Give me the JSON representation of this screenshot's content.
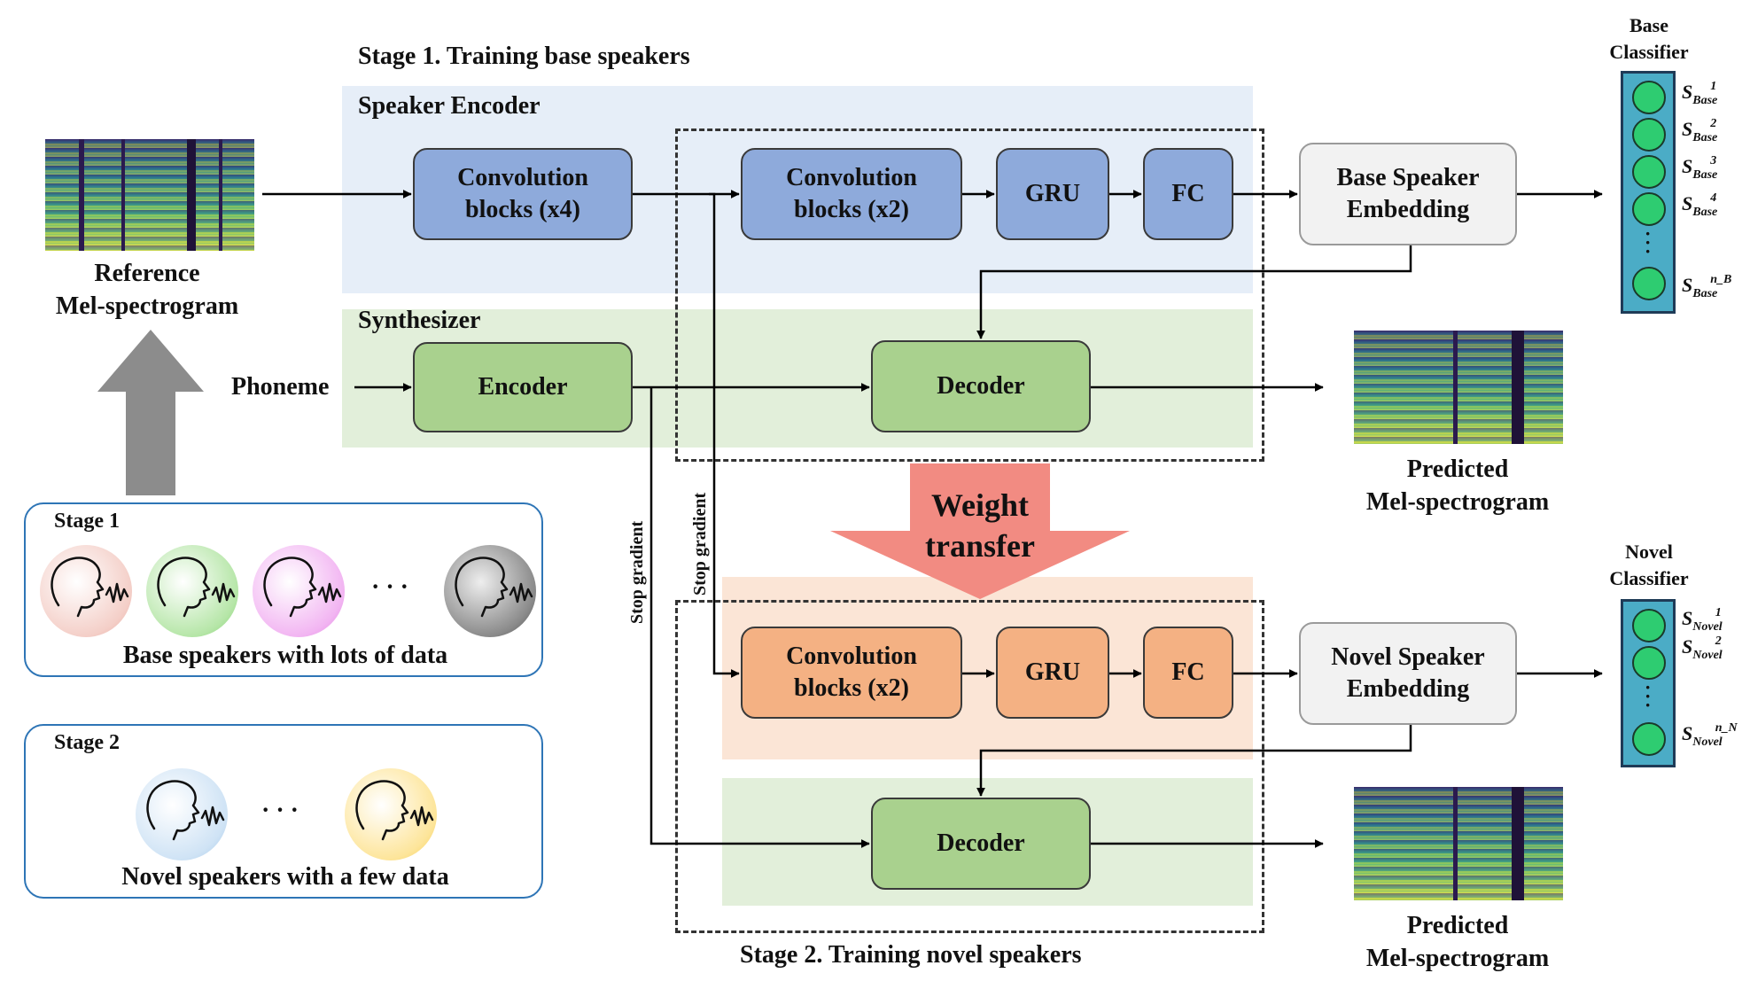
{
  "stage1": {
    "title": "Stage 1. Training base speakers",
    "speaker_encoder_label": "Speaker Encoder",
    "synthesizer_label": "Synthesizer",
    "conv4": "Convolution\nblocks (x4)",
    "conv2": "Convolution\nblocks (x2)",
    "gru": "GRU",
    "fc": "FC",
    "embedding": "Base Speaker\nEmbedding",
    "encoder": "Encoder",
    "decoder": "Decoder",
    "predicted": "Predicted\nMel-spectrogram"
  },
  "stage2": {
    "title": "Stage 2. Training novel speakers",
    "conv2": "Convolution\nblocks (x2)",
    "gru": "GRU",
    "fc": "FC",
    "embedding": "Novel Speaker\nEmbedding",
    "decoder": "Decoder",
    "predicted": "Predicted\nMel-spectrogram"
  },
  "reference": "Reference\nMel-spectrogram",
  "phoneme": "Phoneme",
  "weight_transfer": "Weight\ntransfer",
  "stop_gradient_1": "Stop gradient",
  "stop_gradient_2": "Stop gradient",
  "panel_stage1": {
    "title": "Stage 1",
    "caption": "Base speakers with lots of data",
    "ellipsis": "· · ·"
  },
  "panel_stage2": {
    "title": "Stage 2",
    "caption": "Novel speakers with a few data",
    "ellipsis": "· · ·"
  },
  "base_classifier": {
    "title": "Base\nClassifier",
    "labels": [
      {
        "sup": "1",
        "sub": "Base"
      },
      {
        "sup": "2",
        "sub": "Base"
      },
      {
        "sup": "3",
        "sub": "Base"
      },
      {
        "sup": "4",
        "sub": "Base"
      },
      {
        "sup": "n_B",
        "sub": "Base"
      }
    ],
    "letter": "S"
  },
  "novel_classifier": {
    "title": "Novel\nClassifier",
    "labels": [
      {
        "sup": "1",
        "sub": "Novel"
      },
      {
        "sup": "2",
        "sub": "Novel"
      },
      {
        "sup": "n_N",
        "sub": "Novel"
      }
    ],
    "letter": "S"
  },
  "colors": {
    "encoder_region": "#e6eef8",
    "synth_region": "#e2efda",
    "stage2_encoder_region": "#fbe5d6",
    "blue_block": "#8eaadb",
    "green_block": "#a9d18e",
    "orange_block": "#f4b183",
    "weight_arrow": "#f28b82",
    "stage_arrow": "#8c8c8c",
    "classifier": "#4bacc6",
    "classifier_node": "#2ecc71"
  },
  "icons": [
    "speaker-head-icon"
  ]
}
